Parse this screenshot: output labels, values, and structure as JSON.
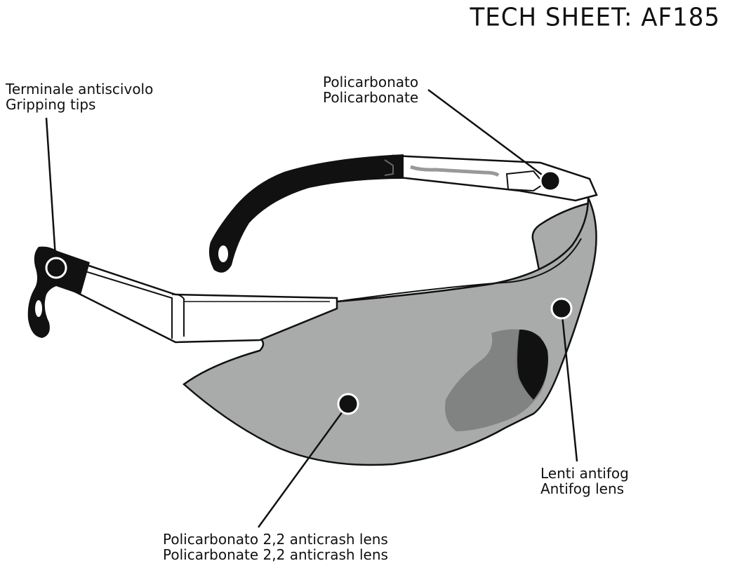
{
  "title": "TECH SHEET: AF185",
  "callouts": {
    "gripping": {
      "line1": "Terminale antiscivolo",
      "line2": "Gripping tips"
    },
    "frame": {
      "line1": "Policarbonato",
      "line2": "Policarbonate"
    },
    "antifog": {
      "line1": "Lenti antifog",
      "line2": "Antifog lens"
    },
    "lens": {
      "line1": "Policarbonato 2,2 anticrash lens",
      "line2": "Policarbonate 2,2 anticrash lens"
    }
  },
  "colors": {
    "lens": "#a9abaa",
    "lens_shadow": "#7e807f",
    "frame": "#ffffff",
    "tips": "#111111",
    "ink": "#111111"
  }
}
